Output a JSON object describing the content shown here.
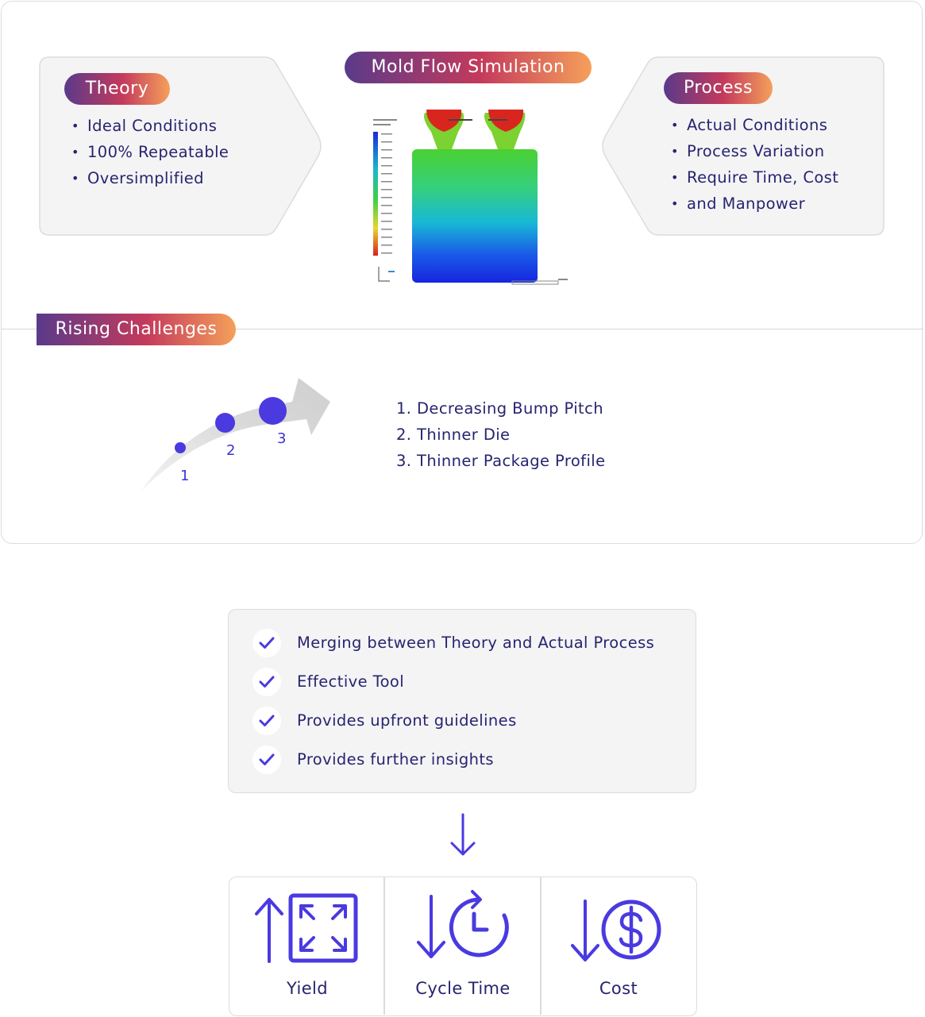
{
  "theory": {
    "title": "Theory",
    "items": [
      "Ideal Conditions",
      "100% Repeatable",
      "Oversimplified"
    ]
  },
  "simulation": {
    "title": "Mold Flow Simulation"
  },
  "process": {
    "title": "Process",
    "items": [
      "Actual Conditions",
      "Process Variation",
      "Require Time, Cost",
      "and Manpower"
    ]
  },
  "challenges": {
    "title": "Rising Challenges",
    "steps": [
      "1",
      "2",
      "3"
    ],
    "items": [
      "1. Decreasing Bump Pitch",
      "2. Thinner Die",
      "3. Thinner Package Profile"
    ]
  },
  "solution": {
    "items": [
      "Merging between Theory and Actual Process",
      "Effective Tool",
      "Provides upfront guidelines",
      "Provides further insights"
    ]
  },
  "results": [
    {
      "label": "Yield",
      "direction": "up",
      "icon": "expand-icon"
    },
    {
      "label": "Cycle Time",
      "direction": "down",
      "icon": "clock-icon"
    },
    {
      "label": "Cost",
      "direction": "down",
      "icon": "dollar-icon"
    }
  ],
  "colors": {
    "accent": "#4a3ae0",
    "text": "#27246f",
    "panel": "#f4f4f5",
    "border": "#dcdcdc",
    "gradient": [
      "#5a3a8a",
      "#c43a5c",
      "#f5a05a"
    ]
  }
}
